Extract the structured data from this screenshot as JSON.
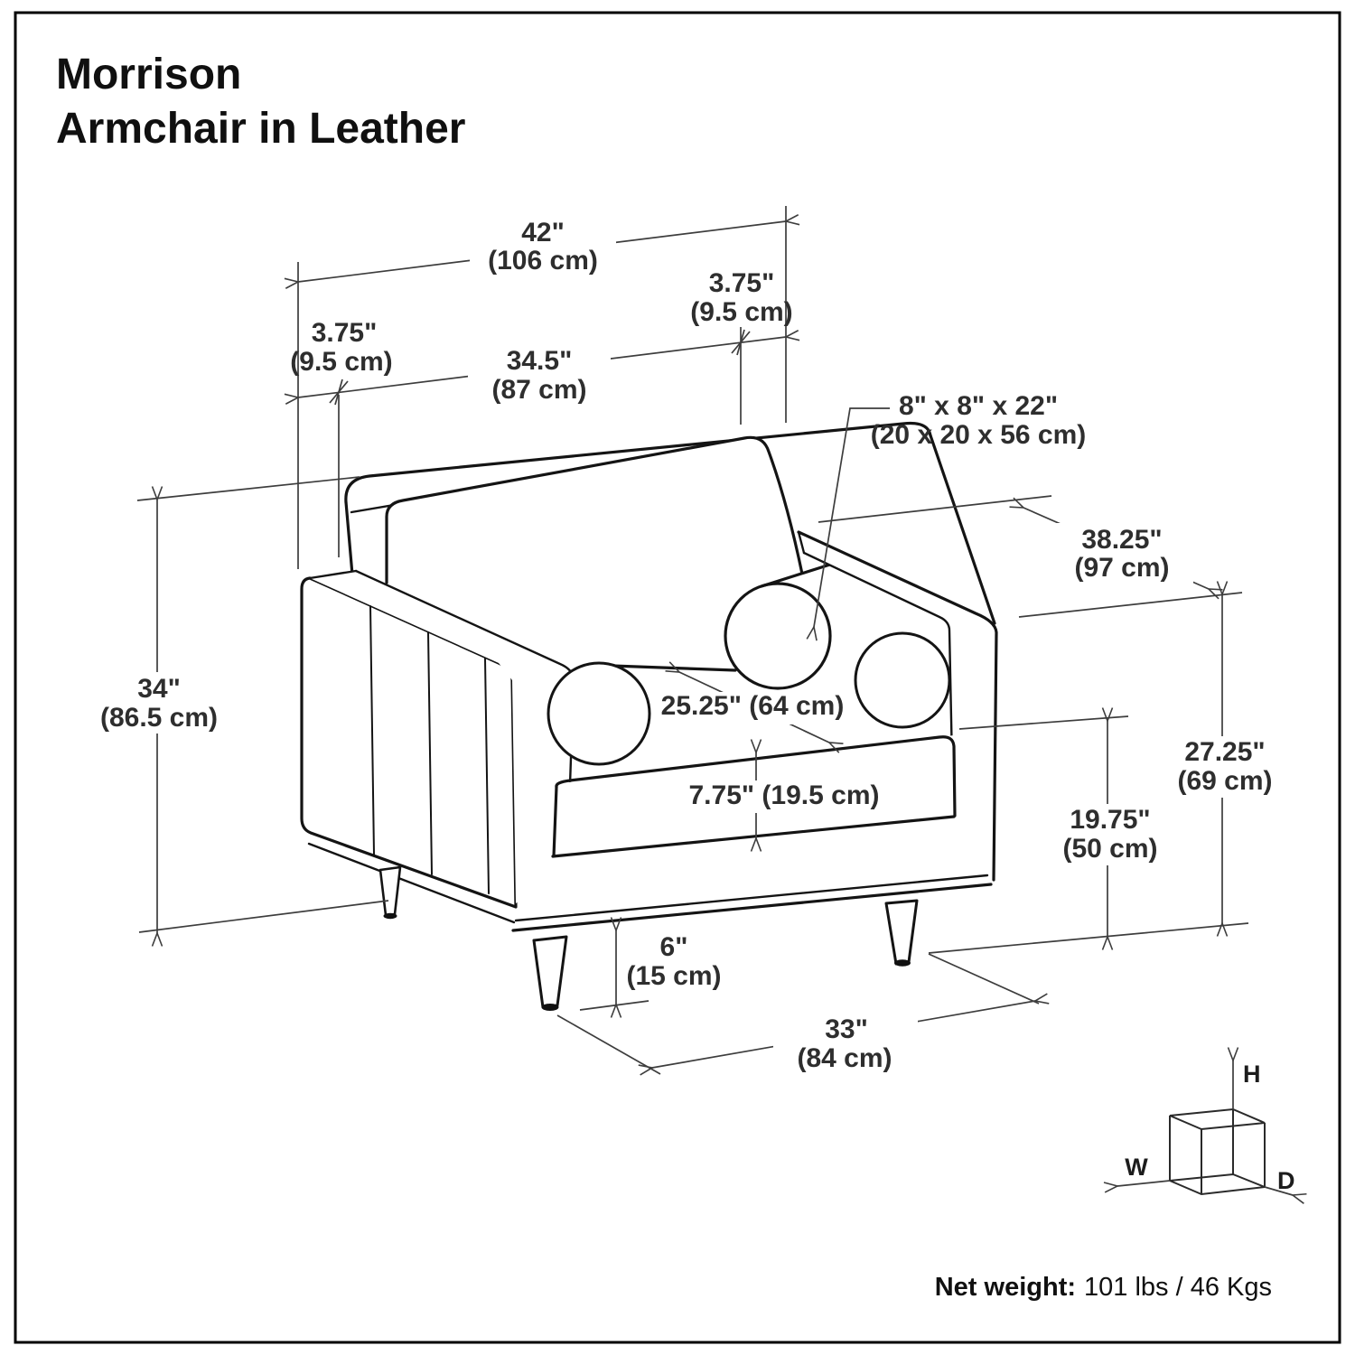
{
  "title": {
    "line1": "Morrison",
    "line2": "Armchair in Leather"
  },
  "dimensions": {
    "overall_width": {
      "inches": "42\"",
      "cm": "(106 cm)"
    },
    "left_arm_thickness": {
      "inches": "3.75\"",
      "cm": "(9.5 cm)"
    },
    "right_arm_thickness": {
      "inches": "3.75\"",
      "cm": "(9.5 cm)"
    },
    "interior_width": {
      "inches": "34.5\"",
      "cm": "(87 cm)"
    },
    "bolster_size": {
      "inches": "8\" x 8\" x 22\"",
      "cm": "(20 x 20 x 56 cm)"
    },
    "overall_depth": {
      "inches": "38.25\"",
      "cm": "(97 cm)"
    },
    "overall_height": {
      "inches": "34\"",
      "cm": "(86.5 cm)"
    },
    "seat_interior_width": {
      "label": "25.25\" (64 cm)"
    },
    "seat_cushion_thickness": {
      "label": "7.75\" (19.5 cm)"
    },
    "arm_height": {
      "inches": "27.25\"",
      "cm": "(69 cm)"
    },
    "seat_height": {
      "inches": "19.75\"",
      "cm": "(50 cm)"
    },
    "leg_height": {
      "inches": "6\"",
      "cm": "(15 cm)"
    },
    "front_base_width": {
      "inches": "33\"",
      "cm": "(84 cm)"
    }
  },
  "orientation_cube": {
    "height_label": "H",
    "width_label": "W",
    "depth_label": "D"
  },
  "footer": {
    "net_weight_label": "Net weight:",
    "net_weight_value": "101 lbs / 46 Kgs"
  }
}
